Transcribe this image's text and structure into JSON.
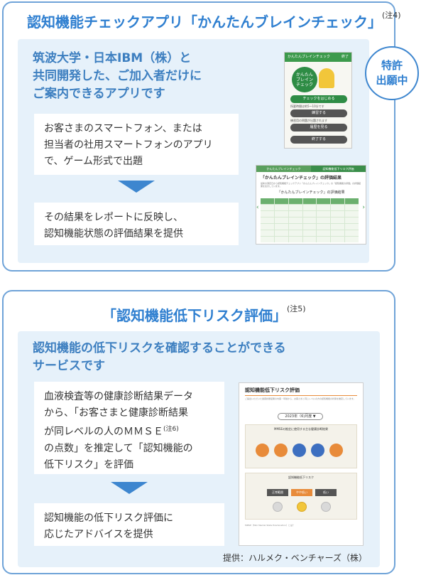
{
  "app_section": {
    "title": "認知機能チェックアプリ「かんたんブレインチェック」",
    "note": "(注4)",
    "badge_line1": "特許",
    "badge_line2": "出願中",
    "lead_lines": [
      "筑波大学・日本IBM（株）と",
      "共同開発した、ご加入者だけに",
      "ご案内できるアプリです"
    ],
    "card1_lines": [
      "お客さまのスマートフォン、または",
      "担当者の社用スマートフォンのアプリ",
      "で、ゲーム形式で出題"
    ],
    "card2_lines": [
      "その結果をレポートに反映し、",
      "認知機能状態の評価結果を提供"
    ],
    "phone": {
      "bar_title": "かんたんブレインチェック",
      "bar_right": "終了",
      "logo_lines": [
        "かんたん",
        "ブレイン",
        "チェック"
      ],
      "start_button": "チェックをはじめる",
      "start_note": "所要時間は約5〜10分です",
      "practice_button": "練習する",
      "practice_note": "練習用の問題が出題されます",
      "history_button": "履歴を見る",
      "end_button": "終了する"
    },
    "report1": {
      "tab1": "かんたんブレインチェック",
      "tab2": "認知機能低下リスク評価",
      "title": "「かんたんブレインチェック」の評価結果",
      "text": "最新の測定日から認知機能チェックアプリ「かんたんブレインチェック」の「認知機能の評価」の評価結果を表示しています。",
      "subtitle": "「かんたんブレインチェック」の評価結果"
    }
  },
  "risk_section": {
    "title": "「認知機能低下リスク評価」",
    "note": "(注5)",
    "lead_lines": [
      "認知機能の低下リスクを確認することができる",
      "サービスです"
    ],
    "card1_lines": [
      "血液検査等の健康診断結果データ",
      "から、「お客さまと健康診断結果",
      "が同レベルの人のＭＭＳＥ",
      "の点数」を推定して「認知機能の",
      "低下リスク」を評価"
    ],
    "card1_note": "(注6)",
    "card2_lines": [
      "認知機能の低下リスク評価に",
      "応じたアドバイスを提供"
    ],
    "source": "提供：ハルメク・ベンチャーズ（株）",
    "report2": {
      "title": "認知機能低下リスク評価",
      "text": "ご提出いただいた健康診断結果の内容・年齢から、お客さまと同じレベルの方の認知機能の状態を推定しています。",
      "select": "2023年（6)月度 ▼",
      "section1_title": "MMSEの推定に使用する主な健康診断結果",
      "section2_title": "認知機能低下リスク",
      "tags": [
        "正常範囲",
        "やや低い",
        "低い"
      ],
      "footer_text": "MMSE（Mini Mental State Examination）とは？"
    }
  }
}
